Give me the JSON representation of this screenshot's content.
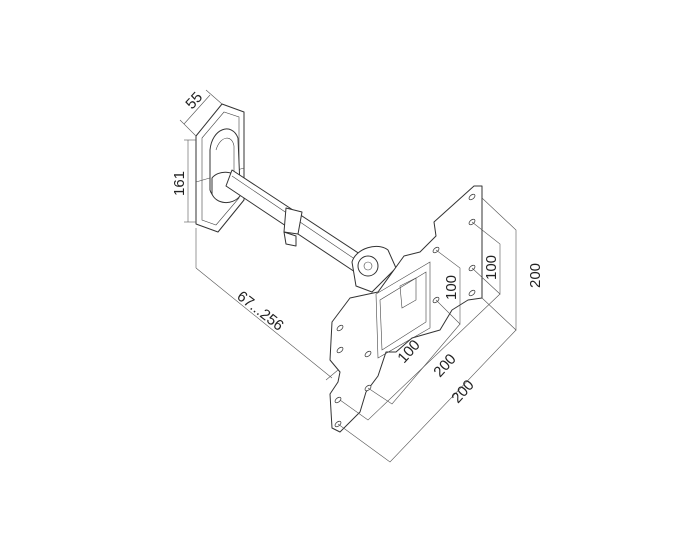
{
  "diagram": {
    "subject": "TV wall mount bracket with telescopic arm",
    "line_color": "#333333",
    "background": "#ffffff",
    "dimensions": {
      "wall_plate_depth": "55",
      "wall_plate_height": "161",
      "arm_extension": "67...256",
      "vesa_inner_horizontal": "100",
      "vesa_inner_vertical": "100",
      "vesa_mid_horizontal": "200",
      "vesa_outer_vertical": "100",
      "vesa_outer_vertical_total": "200",
      "vesa_outer_horizontal": "200"
    }
  }
}
